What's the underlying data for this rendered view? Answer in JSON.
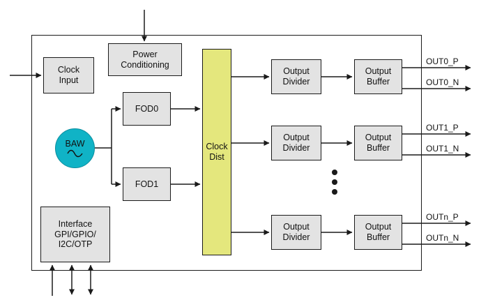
{
  "colors": {
    "block_fill": "#e3e3e3",
    "clock_dist_fill": "#e4e77d",
    "baw_fill": "#10b3c6",
    "line": "#1a1a1a"
  },
  "blocks": {
    "clock_input": "Clock\nInput",
    "power_conditioning": "Power\nConditioning",
    "fod0": "FOD0",
    "fod1": "FOD1",
    "baw": "BAW",
    "clock_dist": "Clock\nDist",
    "interface": "Interface\nGPI/GPIO/\nI2C/OTP"
  },
  "rows": [
    {
      "divider": "Output\nDivider",
      "buffer": "Output\nBuffer",
      "out_p": "OUT0_P",
      "out_n": "OUT0_N"
    },
    {
      "divider": "Output\nDivider",
      "buffer": "Output\nBuffer",
      "out_p": "OUT1_P",
      "out_n": "OUT1_N"
    },
    {
      "divider": "Output\nDivider",
      "buffer": "Output\nBuffer",
      "out_p": "OUTn_P",
      "out_n": "OUTn_N"
    }
  ]
}
